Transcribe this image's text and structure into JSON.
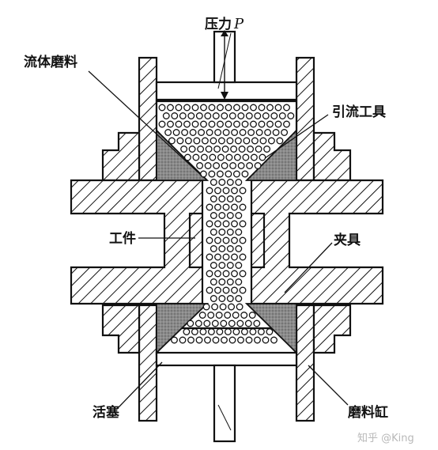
{
  "labels": {
    "pressure": "压力",
    "pressure_symbol": "P",
    "fluid_abrasive": "流体磨料",
    "guide_tool": "引流工具",
    "workpiece": "工件",
    "fixture": "夹具",
    "piston": "活塞",
    "abrasive_cylinder": "磨料缸"
  },
  "watermark": "知乎 @King",
  "colors": {
    "line": "#111111",
    "background": "#ffffff",
    "stipple": "#7a7a7a",
    "watermark": "#b8b8b8"
  }
}
